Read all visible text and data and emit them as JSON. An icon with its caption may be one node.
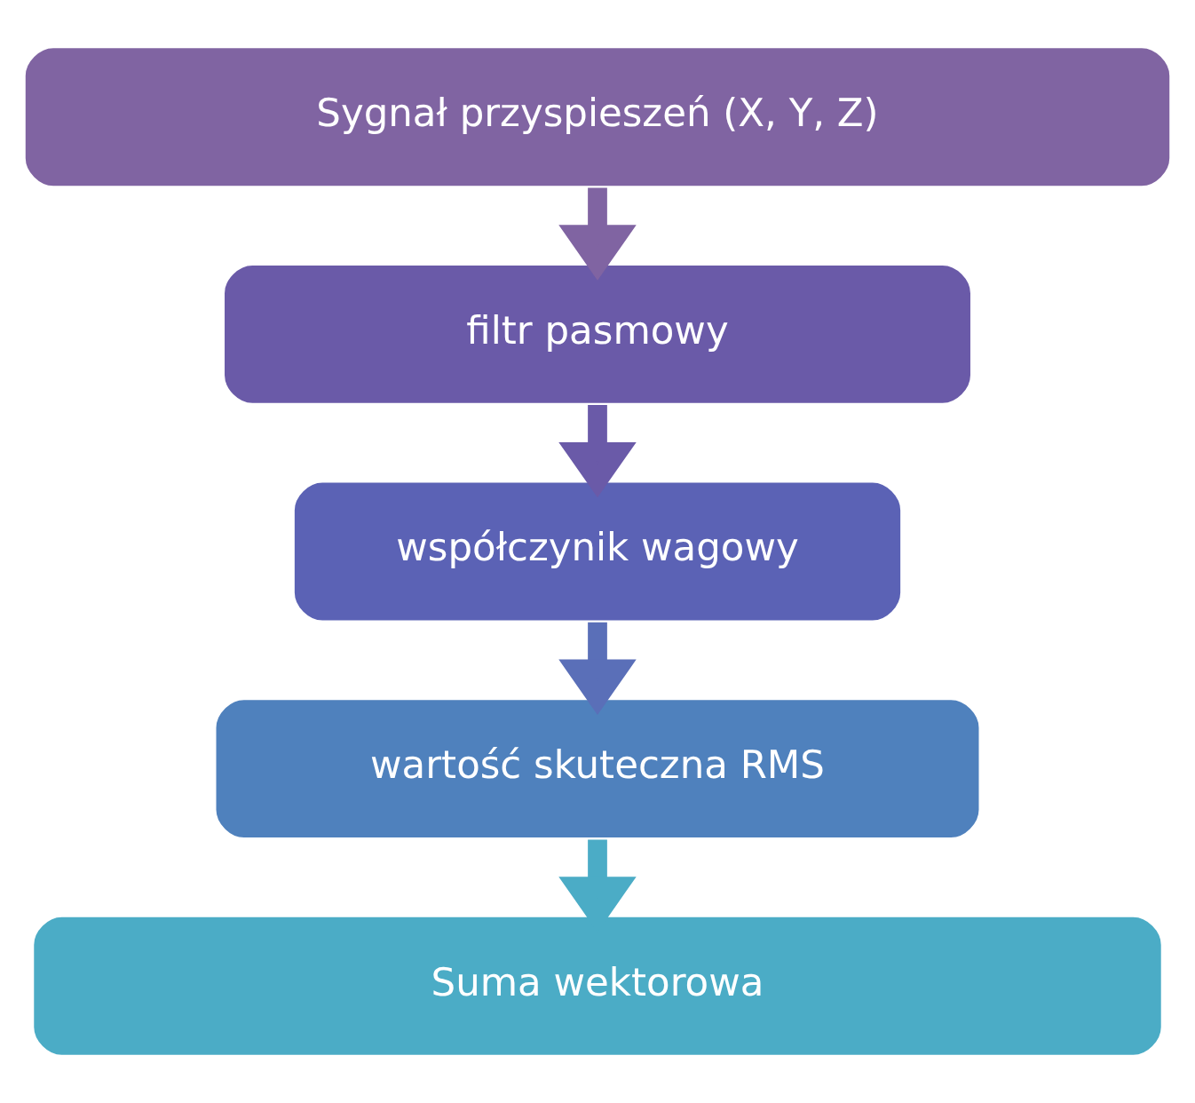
{
  "diagram": {
    "nodes": [
      {
        "text": [
          "Sygnał przyspieszeń (X, Y, Z)"
        ]
      },
      {
        "text": [
          "filtr pasmowy"
        ]
      },
      {
        "text": [
          "współczynik wagowy"
        ]
      },
      {
        "text": [
          "wartość skuteczna RMS"
        ]
      },
      {
        "text": [
          "Suma wektorowa"
        ]
      }
    ],
    "edges": [
      {
        "from": 0,
        "to": 1,
        "arrow": "to",
        "color": "#8064a2"
      },
      {
        "from": 1,
        "to": 2,
        "arrow": "to",
        "color": "#6a5aa8"
      },
      {
        "from": 2,
        "to": 3,
        "arrow": "to",
        "color": "#5a6fb8"
      },
      {
        "from": 3,
        "to": 4,
        "arrow": "to",
        "color": "#4bacc6"
      }
    ]
  }
}
